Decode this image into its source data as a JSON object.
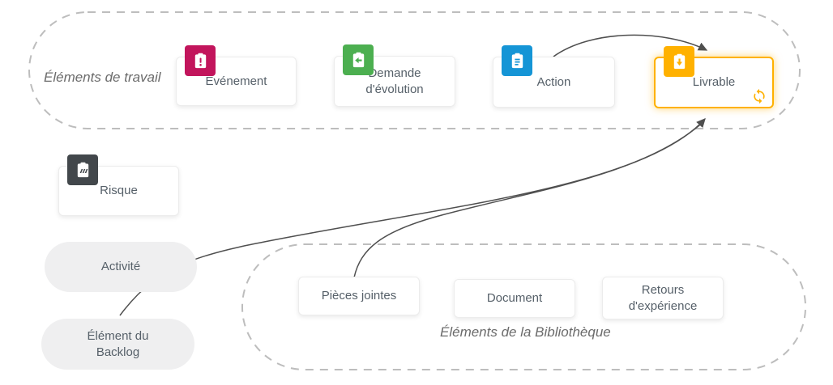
{
  "work_items": {
    "label": "Éléments de travail",
    "cards": [
      {
        "label": "Événement",
        "icon": "exclamation-tag-icon",
        "color": "#c2155c"
      },
      {
        "label": "Demande d'évolution",
        "icon": "arrow-left-tag-icon",
        "color": "#4caf50"
      },
      {
        "label": "Action",
        "icon": "clipboard-icon",
        "color": "#1595d6"
      },
      {
        "label": "Livrable",
        "icon": "download-tag-icon",
        "color": "#ffb100",
        "highlighted": true,
        "badge_icon": "sync-icon"
      }
    ]
  },
  "risque": {
    "label": "Risque",
    "icon": "risk-slashes-icon",
    "color": "#42474b"
  },
  "pills": [
    {
      "label": "Activité"
    },
    {
      "label": "Élément du Backlog"
    }
  ],
  "library": {
    "label": "Éléments de la Bibliothèque",
    "cards": [
      {
        "label": "Pièces jointes"
      },
      {
        "label": "Document"
      },
      {
        "label": "Retours d'expérience"
      }
    ]
  },
  "connections": [
    {
      "from": "Action",
      "to": "Livrable"
    },
    {
      "from": "Élément du Backlog",
      "to": "Livrable"
    },
    {
      "from": "Pièces jointes",
      "to": "Livrable"
    }
  ],
  "colors": {
    "container_border": "#bdbdbd",
    "arrow": "#4f4f4f",
    "pill_bg": "#efeff0",
    "card_text": "#566069",
    "zone_label_text": "#6b6b6b",
    "highlight": "#ffb100"
  }
}
